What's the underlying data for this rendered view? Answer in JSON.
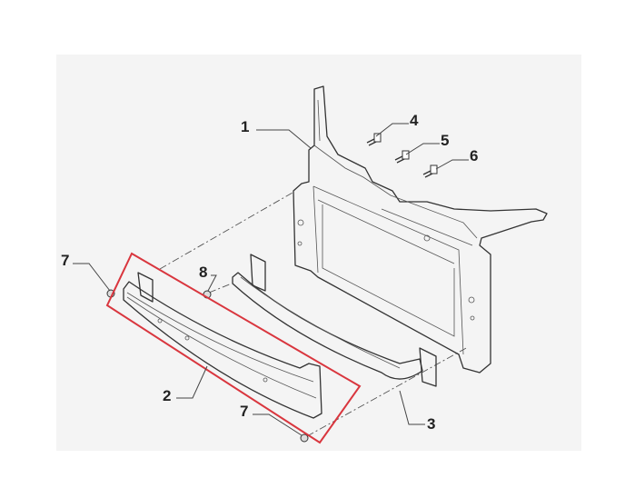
{
  "diagram": {
    "callouts": [
      {
        "id": "1",
        "label": "1"
      },
      {
        "id": "2",
        "label": "2"
      },
      {
        "id": "3",
        "label": "3"
      },
      {
        "id": "4",
        "label": "4"
      },
      {
        "id": "5",
        "label": "5"
      },
      {
        "id": "6",
        "label": "6"
      },
      {
        "id": "7a",
        "label": "7"
      },
      {
        "id": "7b",
        "label": "7"
      },
      {
        "id": "8",
        "label": "8"
      }
    ],
    "colors": {
      "highlight": "#d9363e",
      "background": "#f4f4f4",
      "line": "#333333"
    }
  }
}
